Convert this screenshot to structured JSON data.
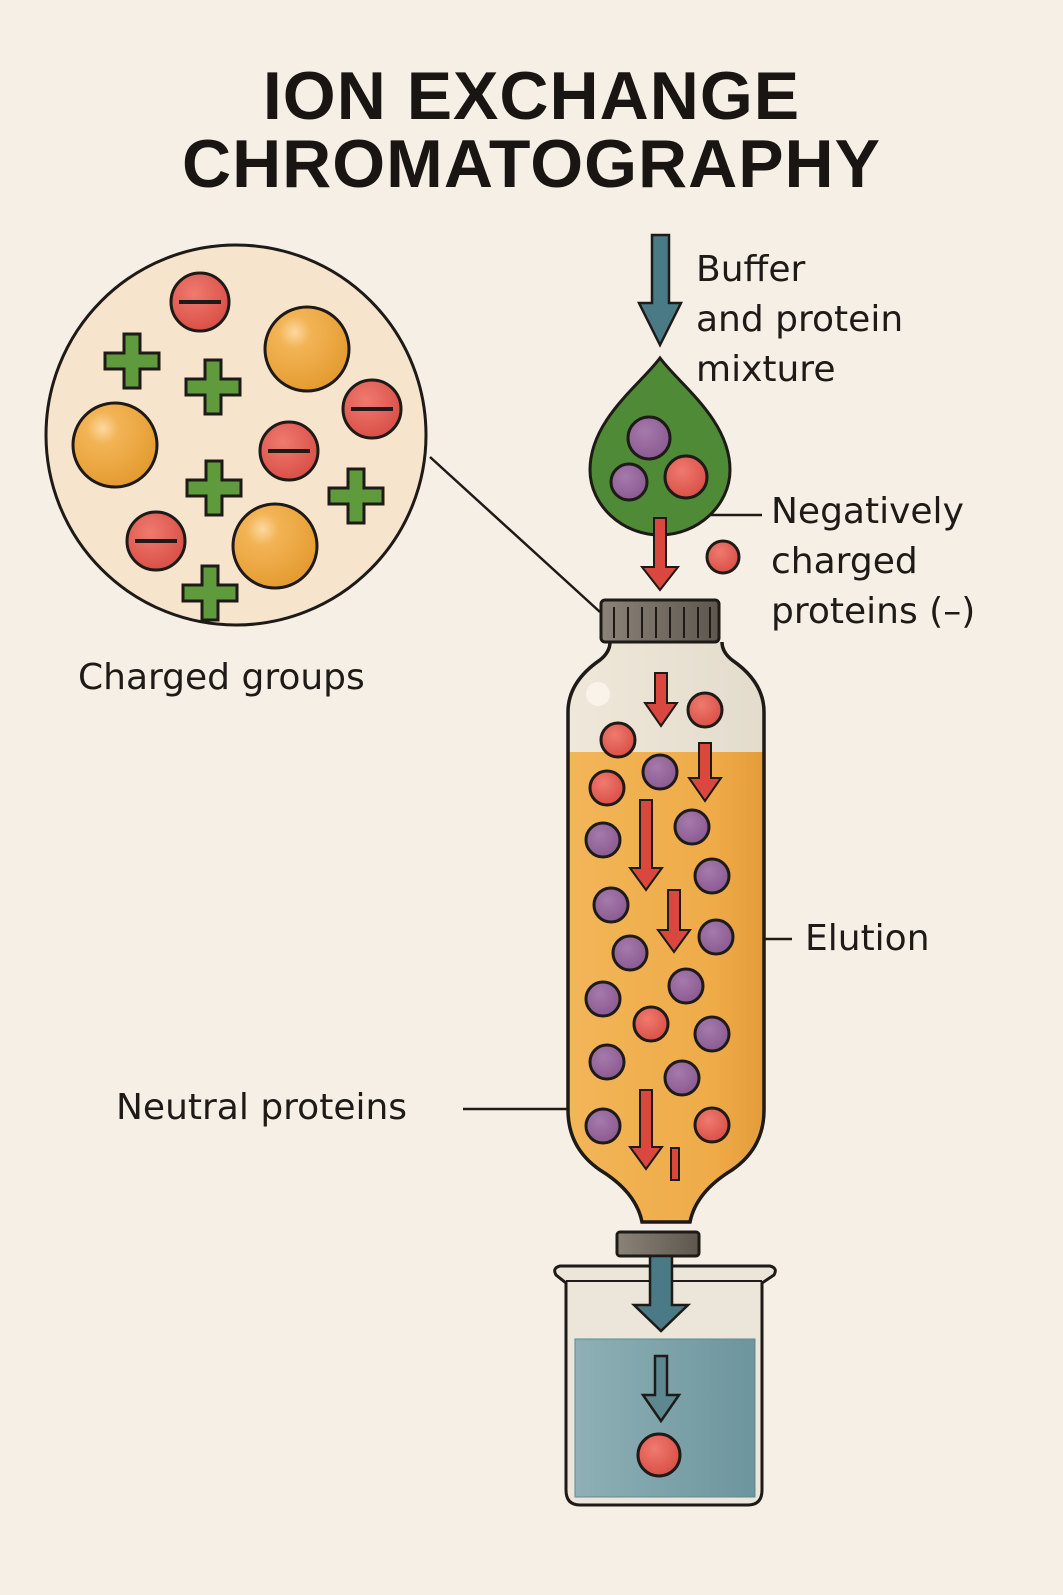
{
  "title": {
    "line1": "ION EXCHANGE",
    "line2": "CHROMATOGRAPHY"
  },
  "labels": {
    "input_line1": "Buffer",
    "input_line2": "and protein",
    "input_line3": "mixture",
    "negative_line1": "Negatively",
    "negative_line2": "charged",
    "negative_line3": "proteins (–)",
    "charged_groups": "Charged groups",
    "elution": "Elution",
    "neutral_proteins": "Neutral proteins"
  },
  "colors": {
    "background": "#f6efe6",
    "positive_group": "#5f9a3c",
    "negative_protein": "#db5048",
    "neutral_protein": "#8c5a93",
    "resin_bead": "#eea33a",
    "column_fill": "#efa946",
    "sample_drop": "#4f8a36",
    "buffer_arrow": "#4a7a85",
    "flow_arrow": "#d9473f",
    "cap": "#6f675d",
    "beaker_liquid": "#7fa4ab"
  },
  "legend_symbols": {
    "positive": "+",
    "negative": "−"
  }
}
